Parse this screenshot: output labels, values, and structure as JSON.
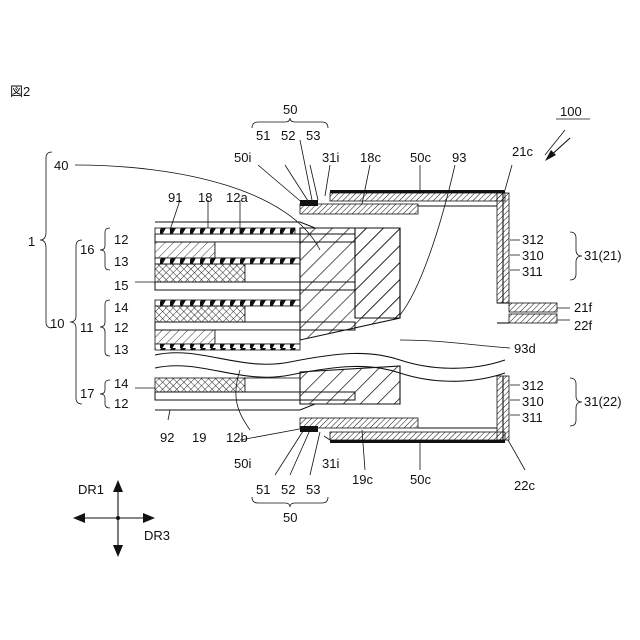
{
  "figure_label": "図2",
  "labels": {
    "l100": "100",
    "l50_top": "50",
    "l51_top": "51",
    "l52_top": "52",
    "l53_top": "53",
    "l50i_top": "50i",
    "l31i_top": "31i",
    "l18c": "18c",
    "l50c_top": "50c",
    "l93": "93",
    "l21c": "21c",
    "l40": "40",
    "l91": "91",
    "l18": "18",
    "l12a": "12a",
    "l1": "1",
    "l16": "16",
    "l12_1": "12",
    "l13_1": "13",
    "l15": "15",
    "l14_1": "14",
    "l10": "10",
    "l11": "11",
    "l12_2": "12",
    "l13_2": "13",
    "l17": "17",
    "l14_2": "14",
    "l12_3": "12",
    "l312_top": "312",
    "l310_top": "310",
    "l311_top": "311",
    "l31_21": "31(21)",
    "l21f": "21f",
    "l22f": "22f",
    "l93d": "93d",
    "l312_bot": "312",
    "l310_bot": "310",
    "l311_bot": "311",
    "l31_22": "31(22)",
    "l92": "92",
    "l19": "19",
    "l12b": "12b",
    "l50i_bot": "50i",
    "l31i_bot": "31i",
    "l19c": "19c",
    "l50c_bot": "50c",
    "l22c": "22c",
    "l51_bot": "51",
    "l52_bot": "52",
    "l53_bot": "53",
    "l50_bot": "50",
    "dr1": "DR1",
    "dr3": "DR3"
  }
}
